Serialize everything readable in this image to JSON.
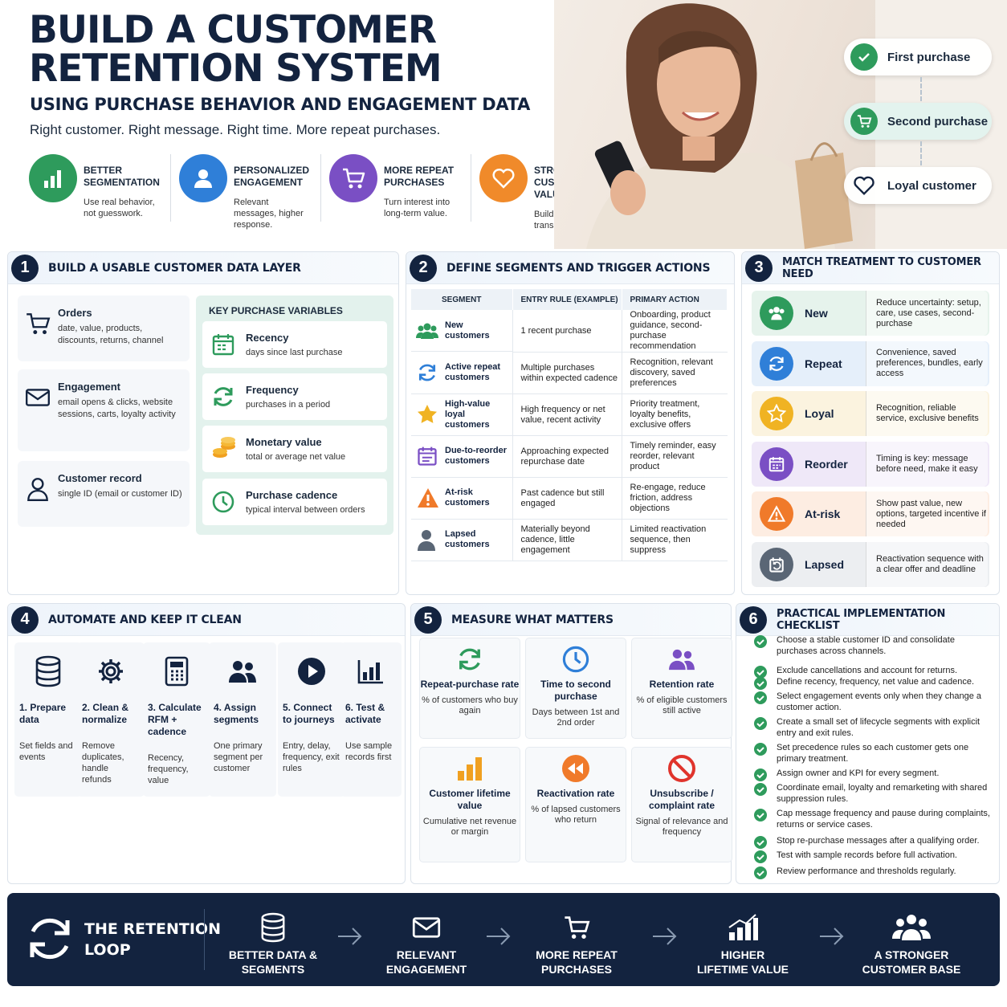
{
  "header": {
    "title": "BUILD A CUSTOMER RETENTION SYSTEM",
    "subtitle": "USING PURCHASE BEHAVIOR AND ENGAGEMENT DATA",
    "tagline": "Right customer. Right message. Right time. More repeat purchases."
  },
  "benefits": [
    {
      "title": "Better segmentation",
      "desc": "Use real behavior, not guesswork.",
      "icon": "bar-chart-icon",
      "color": "#2e9b5c"
    },
    {
      "title": "Personalized engagement",
      "desc": "Relevant messages, higher response.",
      "icon": "user-icon",
      "color": "#2f7fd8"
    },
    {
      "title": "More repeat purchases",
      "desc": "Turn interest into long-term value.",
      "icon": "cart-icon",
      "color": "#7a4fc4"
    },
    {
      "title": "Stronger customer lifetime value",
      "desc": "Build loyalty, not just transactions.",
      "icon": "heart-icon",
      "color": "#f08a2a"
    }
  ],
  "journey": [
    {
      "label": "First purchase",
      "icon": "check-icon"
    },
    {
      "label": "Second purchase",
      "icon": "cart-icon"
    },
    {
      "label": "Loyal customer",
      "icon": "heart-icon"
    }
  ],
  "panel1": {
    "number": "1",
    "title": "BUILD A USABLE CUSTOMER DATA LAYER",
    "sources": [
      {
        "title": "Orders",
        "desc": "date, value, products, discounts, returns, channel",
        "icon": "cart-icon"
      },
      {
        "title": "Engagement",
        "desc": "email opens & clicks, website sessions, carts, loyalty activity",
        "icon": "envelope-icon"
      },
      {
        "title": "Customer record",
        "desc": "single ID (email or customer ID)",
        "icon": "person-icon"
      }
    ],
    "variables_header": "KEY PURCHASE VARIABLES",
    "variables": [
      {
        "title": "Recency",
        "desc": "days since last purchase",
        "icon": "calendar-icon"
      },
      {
        "title": "Frequency",
        "desc": "purchases in a period",
        "icon": "refresh-icon"
      },
      {
        "title": "Monetary value",
        "desc": "total or average net value",
        "icon": "coins-icon"
      },
      {
        "title": "Purchase cadence",
        "desc": "typical interval between orders",
        "icon": "clock-icon"
      }
    ]
  },
  "panel2": {
    "number": "2",
    "title": "DEFINE SEGMENTS AND TRIGGER ACTIONS",
    "columns": [
      "SEGMENT",
      "ENTRY RULE (EXAMPLE)",
      "PRIMARY ACTION"
    ],
    "rows": [
      {
        "segment": "New customers",
        "rule": "1 recent purchase",
        "action": "Onboarding, product guidance, second-purchase recommendation",
        "icon": "group-icon"
      },
      {
        "segment": "Active repeat customers",
        "rule": "Multiple purchases within expected cadence",
        "action": "Recognition, relevant discovery, saved preferences",
        "icon": "refresh-icon"
      },
      {
        "segment": "High-value loyal customers",
        "rule": "High frequency or net value, recent activity",
        "action": "Priority treatment, loyalty benefits, exclusive offers",
        "icon": "star-icon"
      },
      {
        "segment": "Due-to-reorder customers",
        "rule": "Approaching expected repurchase date",
        "action": "Timely reminder, easy reorder, relevant product",
        "icon": "calendar-icon"
      },
      {
        "segment": "At-risk customers",
        "rule": "Past cadence but still engaged",
        "action": "Re-engage, reduce friction, address objections",
        "icon": "warning-icon"
      },
      {
        "segment": "Lapsed customers",
        "rule": "Materially beyond cadence, little engagement",
        "action": "Limited reactivation sequence, then suppress",
        "icon": "person-icon"
      }
    ]
  },
  "panel3": {
    "number": "3",
    "title": "MATCH TREATMENT TO CUSTOMER NEED",
    "items": [
      {
        "name": "New",
        "desc": "Reduce uncertainty: setup, care, use cases, second-purchase",
        "color": "#2e9b5c",
        "bg": "#e6f3ec",
        "icon": "group-icon"
      },
      {
        "name": "Repeat",
        "desc": "Convenience, saved preferences, bundles, early access",
        "color": "#2f7fd8",
        "bg": "#e5effa",
        "icon": "refresh-icon"
      },
      {
        "name": "Loyal",
        "desc": "Recognition, reliable service, exclusive benefits",
        "color": "#f0b323",
        "bg": "#fbf3df",
        "icon": "star-icon"
      },
      {
        "name": "Reorder",
        "desc": "Timing is key: message before need, make it easy",
        "color": "#7a4fc4",
        "bg": "#efe8f8",
        "icon": "calendar-icon"
      },
      {
        "name": "At-risk",
        "desc": "Show past value, new options, targeted incentive if needed",
        "color": "#f07a2a",
        "bg": "#fdede2",
        "icon": "warning-icon"
      },
      {
        "name": "Lapsed",
        "desc": "Reactivation sequence with a clear offer and deadline",
        "color": "#5a6675",
        "bg": "#eceef1",
        "icon": "reactivate-icon"
      }
    ]
  },
  "panel4": {
    "number": "4",
    "title": "AUTOMATE AND KEEP IT CLEAN",
    "steps": [
      {
        "title": "1. Prepare data",
        "desc": "Set fields and events",
        "icon": "database-icon"
      },
      {
        "title": "2. Clean & normalize",
        "desc": "Remove duplicates, handle refunds",
        "icon": "gear-icon"
      },
      {
        "title": "3. Calculate RFM + cadence",
        "desc": "Recency, frequency, value",
        "icon": "calculator-icon"
      },
      {
        "title": "4. Assign segments",
        "desc": "One primary segment per customer",
        "icon": "group-icon"
      },
      {
        "title": "5. Connect to journeys",
        "desc": "Entry, delay, frequency, exit rules",
        "icon": "play-icon"
      },
      {
        "title": "6. Test & activate",
        "desc": "Use sample records first",
        "icon": "chart-icon"
      }
    ]
  },
  "panel5": {
    "number": "5",
    "title": "MEASURE WHAT MATTERS",
    "kpis": [
      {
        "title": "Repeat-purchase rate",
        "desc": "% of customers who buy again",
        "icon": "refresh-icon",
        "color": "#2e9b5c"
      },
      {
        "title": "Time to second purchase",
        "desc": "Days between 1st and 2nd order",
        "icon": "clock-icon",
        "color": "#2f7fd8"
      },
      {
        "title": "Retention rate",
        "desc": "% of eligible customers still active",
        "icon": "group-icon",
        "color": "#7a4fc4"
      },
      {
        "title": "Customer lifetime value",
        "desc": "Cumulative net revenue or margin",
        "icon": "bar-chart-icon",
        "color": "#f0a020"
      },
      {
        "title": "Reactivation rate",
        "desc": "% of lapsed customers who return",
        "icon": "rewind-icon",
        "color": "#f07a2a"
      },
      {
        "title": "Unsubscribe / complaint rate",
        "desc": "Signal of relevance and frequency",
        "icon": "ban-icon",
        "color": "#e0342c"
      }
    ]
  },
  "panel6": {
    "number": "6",
    "title": "PRACTICAL IMPLEMENTATION CHECKLIST",
    "items": [
      "Choose a stable customer ID and consolidate purchases across channels.",
      "Exclude cancellations and account for returns.",
      "Define recency, frequency, net value and cadence.",
      "Select engagement events only when they change a customer action.",
      "Create a small set of lifecycle segments with explicit entry and exit rules.",
      "Set precedence rules so each customer gets one primary treatment.",
      "Assign owner and KPI for every segment.",
      "Coordinate email, loyalty and remarketing with shared suppression rules.",
      "Cap message frequency and pause during complaints, returns or service cases.",
      "Stop re-purchase messages after a qualifying order.",
      "Test with sample records before full activation.",
      "Review performance and thresholds regularly."
    ]
  },
  "loop": {
    "title_line1": "THE RETENTION",
    "title_line2": "LOOP",
    "steps": [
      {
        "label": "BETTER DATA & SEGMENTS",
        "icon": "database-icon"
      },
      {
        "label": "RELEVANT ENGAGEMENT",
        "icon": "envelope-icon"
      },
      {
        "label": "MORE REPEAT PURCHASES",
        "icon": "cart-icon"
      },
      {
        "label": "HIGHER LIFETIME VALUE",
        "icon": "bar-chart-icon"
      },
      {
        "label": "A STRONGER CUSTOMER BASE",
        "icon": "group-icon"
      }
    ]
  },
  "colors": {
    "navy": "#13233f",
    "green": "#2e9b5c",
    "blue": "#2f7fd8",
    "purple": "#7a4fc4",
    "orange": "#f07a2a"
  }
}
